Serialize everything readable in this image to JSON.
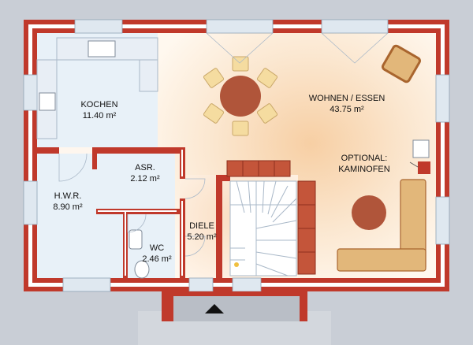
{
  "rooms": {
    "kochen": {
      "name": "KOCHEN",
      "area": "11.40 m²"
    },
    "wohnen": {
      "name": "WOHNEN / ESSEN",
      "area": "43.75 m²"
    },
    "asr": {
      "name": "ASR.",
      "area": "2.12 m²"
    },
    "hwr": {
      "name": "H.W.R.",
      "area": "8.90 m²"
    },
    "diele": {
      "name": "DIELE",
      "area": "5.20 m²"
    },
    "wc": {
      "name": "WC",
      "area": "2.46 m²"
    }
  },
  "annotations": {
    "optional_line1": "OPTIONAL:",
    "optional_line2": "KAMINOFEN"
  },
  "colors": {
    "wall_red": "#c0392b",
    "wall_white": "#ffffff",
    "floor_light": "#e6f0f8",
    "floor_warm": "#f8d6b0",
    "table_brown": "#b0553a",
    "chair_yellow": "#f5dca0",
    "sofa_tan": "#e2b77a",
    "cabinet": "#c4553a",
    "outside": "#c9ced6"
  }
}
